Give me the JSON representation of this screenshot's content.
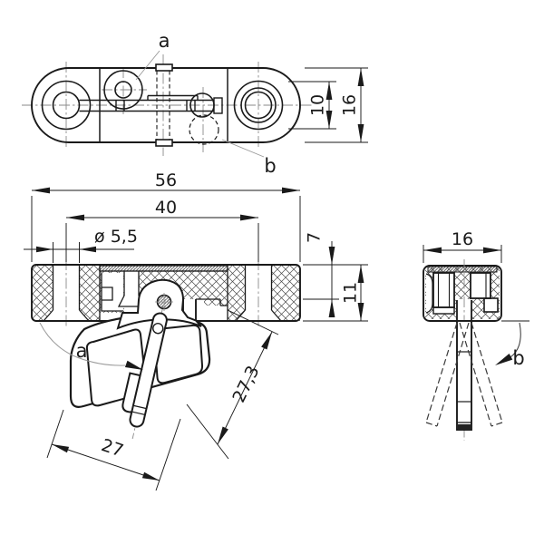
{
  "drawing": {
    "background": "#ffffff",
    "line_color": "#1a1a1a",
    "views": {
      "top": {
        "label_a": "a",
        "label_b": "b",
        "dim_boss_width": "10",
        "dim_overall_width": "16"
      },
      "front": {
        "label_a": "a",
        "dim_length": "56",
        "dim_hole_spacing": "40",
        "dim_hole_diameter": "ø 5,5",
        "dim_top_offset": "7",
        "dim_body_height": "11",
        "dim_latch_width": "27",
        "dim_latch_length": "27,3"
      },
      "side": {
        "label_b": "b",
        "dim_depth": "16"
      }
    }
  }
}
